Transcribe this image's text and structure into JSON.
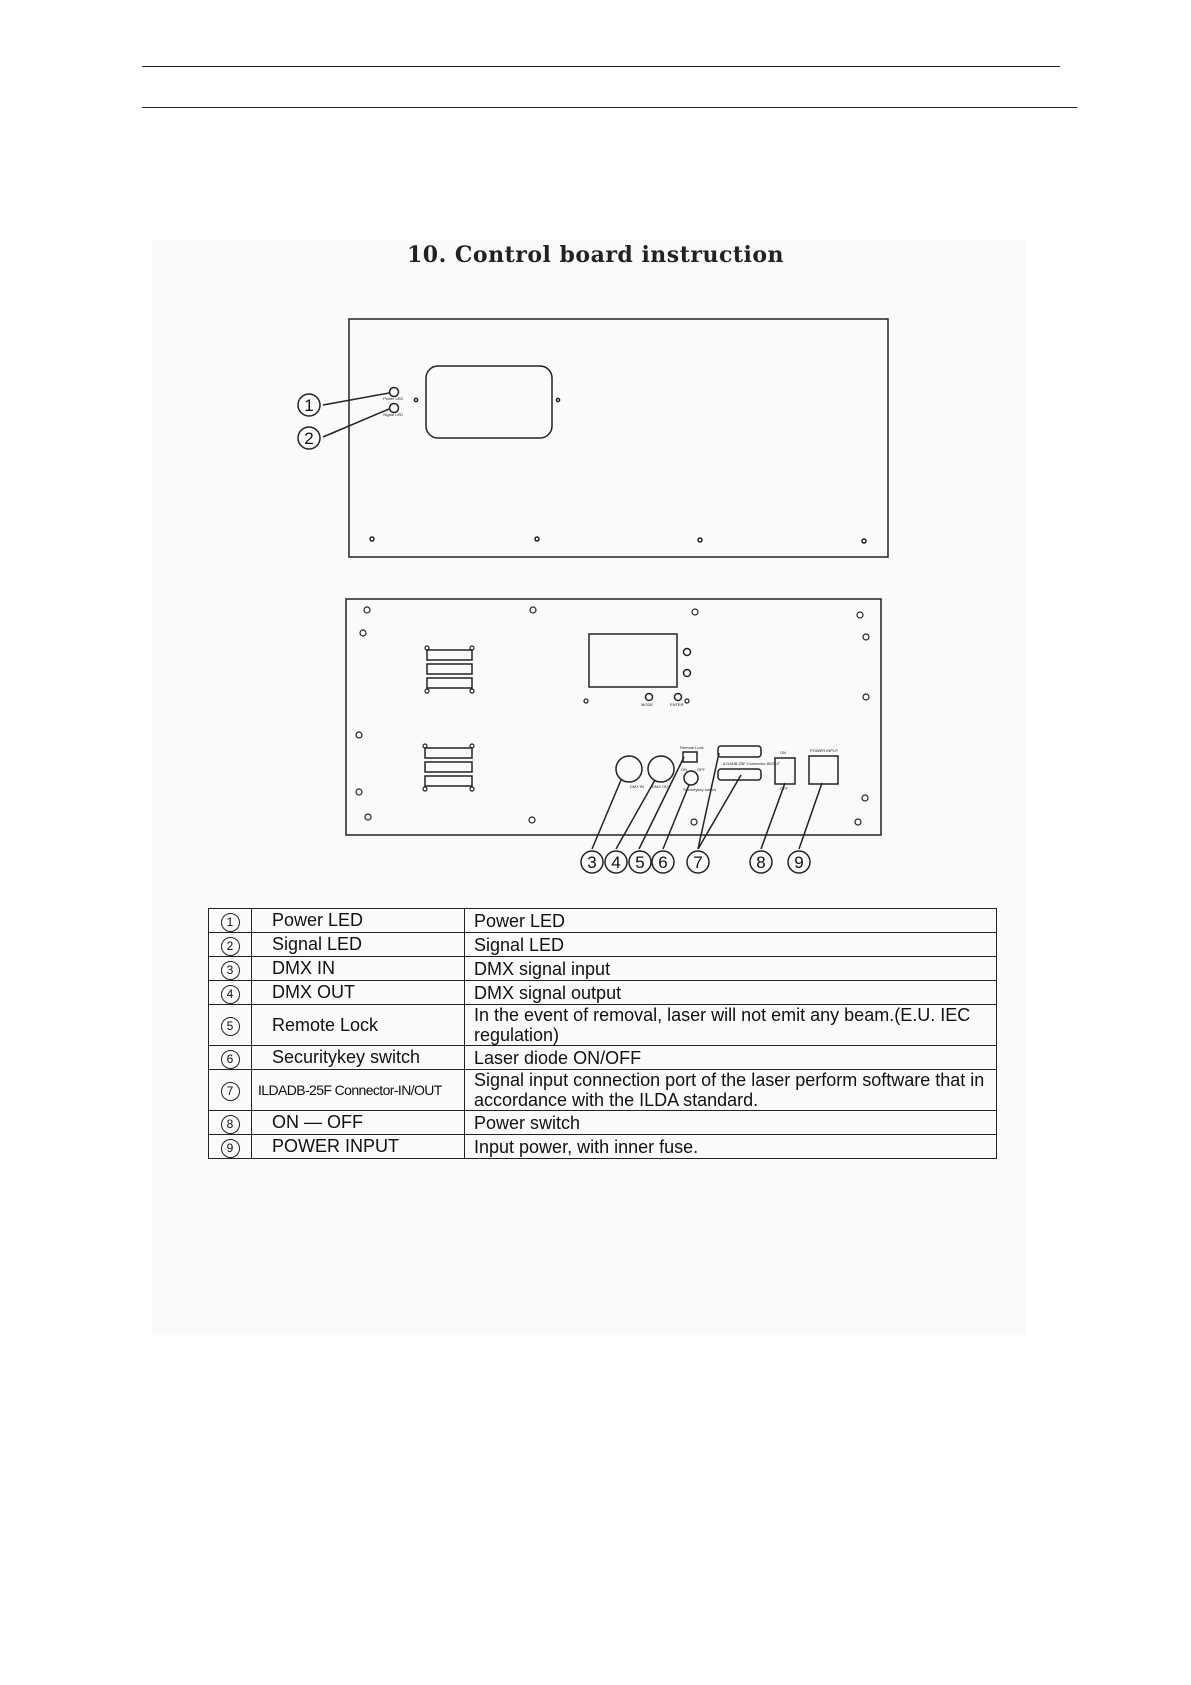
{
  "title": "10. Control board instruction",
  "top_panel": {
    "labels": [
      "Power LED",
      "Signal LED"
    ]
  },
  "bottom_panel": {
    "labels": [
      "MODE",
      "ENTER",
      "DMX IN",
      "DMX OUT",
      "Remote Lock",
      "ON",
      "OFF",
      "Securitykey switch",
      "ILDADB-25F Connector-IN/OUT",
      "ON",
      "OFF",
      "POWER INPUT"
    ]
  },
  "callouts": [
    "①",
    "②",
    "③",
    "④",
    "⑤",
    "⑥",
    "⑦",
    "⑧",
    "⑨"
  ],
  "table": {
    "rows": [
      {
        "num": "1",
        "name": "Power LED",
        "desc": "Power LED"
      },
      {
        "num": "2",
        "name": "Signal LED",
        "desc": "Signal LED"
      },
      {
        "num": "3",
        "name": "DMX IN",
        "desc": "DMX  signal input"
      },
      {
        "num": "4",
        "name": "DMX OUT",
        "desc": "DMX  signal output"
      },
      {
        "num": "5",
        "name": "Remote Lock",
        "desc": "In the event of removal, laser will not emit any beam.(E.U. IEC regulation)"
      },
      {
        "num": "6",
        "name": "Securitykey switch",
        "desc": "Laser diode ON/OFF"
      },
      {
        "num": "7",
        "name": "ILDADB-25F Connector-IN/OUT",
        "desc": "Signal input connection port of the laser perform software that in accordance with the ILDA standard."
      },
      {
        "num": "8",
        "name": "ON — OFF",
        "desc": "Power switch"
      },
      {
        "num": "9",
        "name": "POWER INPUT",
        "desc": "Input power, with inner fuse."
      }
    ]
  }
}
